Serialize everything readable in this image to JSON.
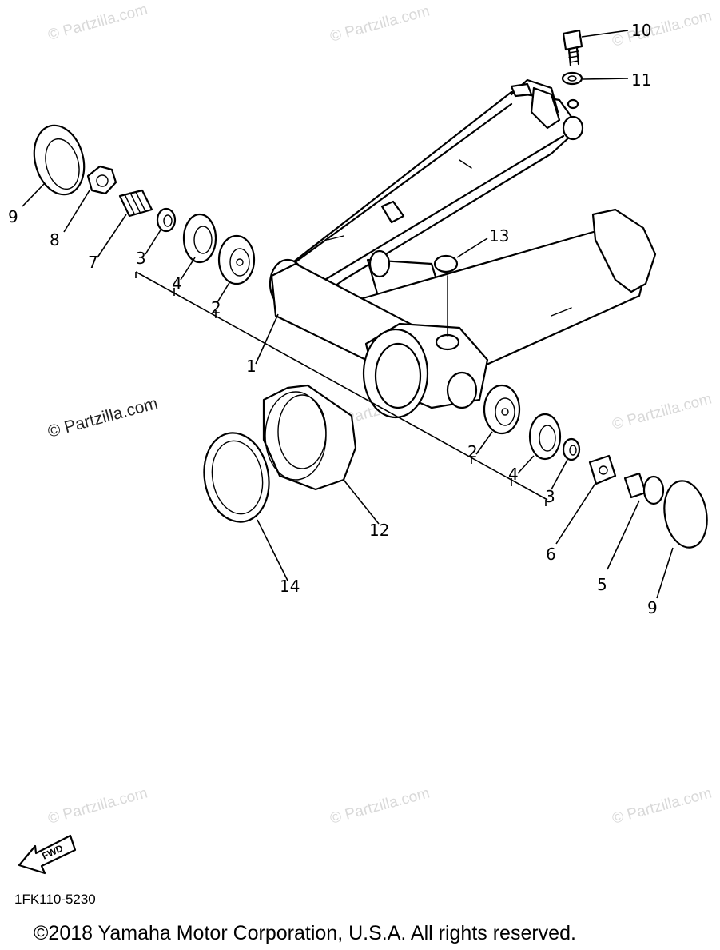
{
  "watermark": "© Partzilla.com",
  "diagram_code": "1FK110-5230",
  "copyright": "©2018 Yamaha Motor Corporation, U.S.A. All rights reserved.",
  "fwd_label": "FWD",
  "callouts": [
    "1",
    "2",
    "2",
    "3",
    "3",
    "4",
    "4",
    "5",
    "6",
    "7",
    "8",
    "9",
    "9",
    "10",
    "11",
    "12",
    "13",
    "14"
  ]
}
